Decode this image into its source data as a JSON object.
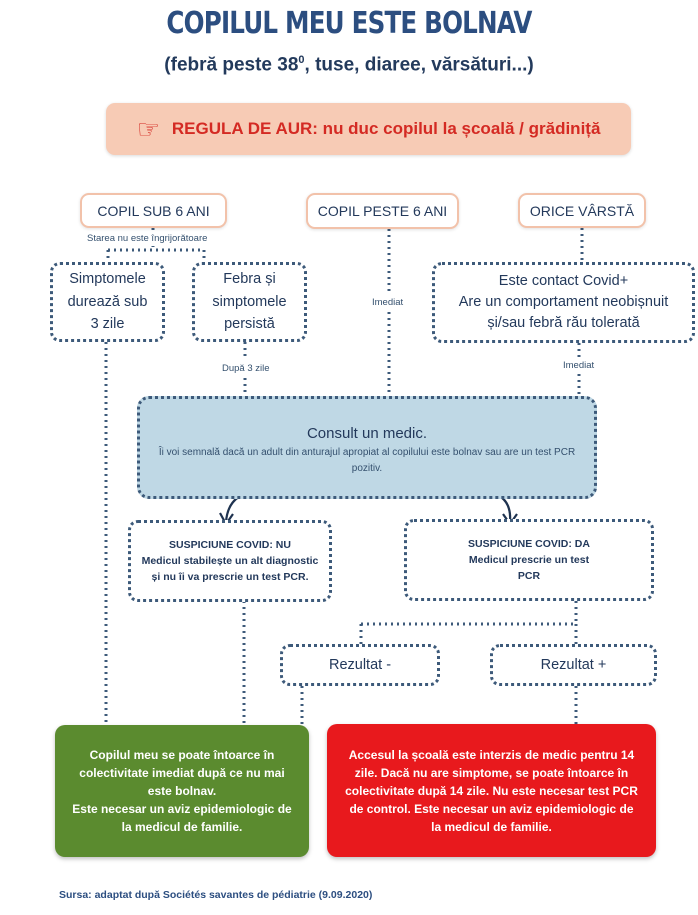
{
  "header": {
    "title": "COPILUL MEU ESTE BOLNAV",
    "subtitle_pre": "(febră peste 38",
    "subtitle_sup": "0",
    "subtitle_post": ", tuse, diaree, vărsături...)"
  },
  "golden_rule": {
    "icon": "pointing-hand-icon",
    "text": "REGULA DE AUR: nu duc copilul la școală / grădiniță"
  },
  "categories": {
    "under6": "COPIL SUB 6 ANI",
    "over6": "COPIL PESTE 6 ANI",
    "any_age": "ORICE VÂRSTĂ"
  },
  "labels": {
    "not_worrying": "Starea nu este îngrijorătoare",
    "immediate_over6": "Imediat",
    "after3days": "După 3 zile",
    "immediate_any": "Imediat"
  },
  "boxes": {
    "symptoms": [
      "Simptomele",
      "durează sub",
      "3 zile"
    ],
    "fever": [
      "Febra și",
      "simptomele",
      "persistă"
    ],
    "contact": [
      "Este contact Covid+",
      "Are un comportament neobișnuit",
      "și/sau febră rău tolerată"
    ]
  },
  "medic": {
    "heading": "Consult un medic.",
    "note": "Îi voi semnală dacă un adult din anturajul apropiat al copilului este bolnav sau are un test PCR pozitiv."
  },
  "suspicion_no": {
    "title": "SUSPICIUNE COVID: NU",
    "text": "Medicul stabilește un alt diagnostic și nu îi va prescrie un test PCR."
  },
  "suspicion_yes": {
    "title": "SUSPICIUNE COVID: DA",
    "text": "Medicul prescrie un test PCR"
  },
  "results": {
    "negative": "Rezultat -",
    "positive": "Rezultat +"
  },
  "outcomes": {
    "green": [
      "Copilul meu se poate întoarce în colectivitate imediat după ce nu mai este bolnav.",
      "Este necesar un aviz epidemiologic de la medicul de familie."
    ],
    "red": "Accesul la școală este interzis de medic pentru 14 zile. Dacă nu are simptome, se poate întoarce în colectivitate după 14 zile. Nu este necesar test PCR de control. Este necesar un aviz epidemiologic de la medicul de familie."
  },
  "source": "Sursa: adaptat după Sociétés savantes de pédiatrie (9.09.2020)",
  "colors": {
    "title": "#2c4e80",
    "rule_bg": "#f7cbb5",
    "rule_text": "#d42a23",
    "medic_bg": "#bfd8e5",
    "green": "#5b8b2f",
    "red": "#e8191d",
    "dotted_border": "#3d5a7a"
  }
}
